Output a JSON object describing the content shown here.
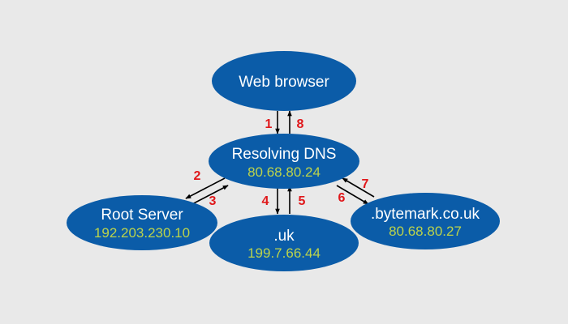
{
  "colors": {
    "background": "#e9e9e9",
    "node_fill": "#0b5ca8",
    "node_text": "#ffffff",
    "ip_text": "#bcd34b",
    "step_number": "#e0181b",
    "arrow": "#000000"
  },
  "nodes": {
    "web_browser": {
      "label": "Web browser"
    },
    "resolving_dns": {
      "label": "Resolving DNS",
      "ip": "80.68.80.24"
    },
    "root_server": {
      "label": "Root Server",
      "ip": "192.203.230.10"
    },
    "uk": {
      "label": ".uk",
      "ip": "199.7.66.44"
    },
    "bytemark": {
      "label": ".bytemark.co.uk",
      "ip": "80.68.80.27"
    }
  },
  "steps": {
    "s1": "1",
    "s2": "2",
    "s3": "3",
    "s4": "4",
    "s5": "5",
    "s6": "6",
    "s7": "7",
    "s8": "8"
  }
}
